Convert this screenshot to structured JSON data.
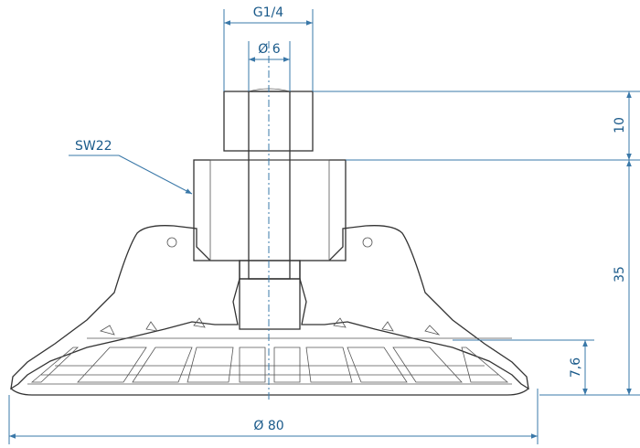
{
  "labels": {
    "thread": "G1/4",
    "bore": "Ø 6",
    "wrench": "SW22",
    "thread_height": "10",
    "body_height": "35",
    "lip_height": "7,6",
    "diameter": "Ø 80"
  },
  "colors": {
    "dimension": "#3a78a8",
    "dimension_text": "#1a5a8a",
    "outline": "#333333"
  }
}
